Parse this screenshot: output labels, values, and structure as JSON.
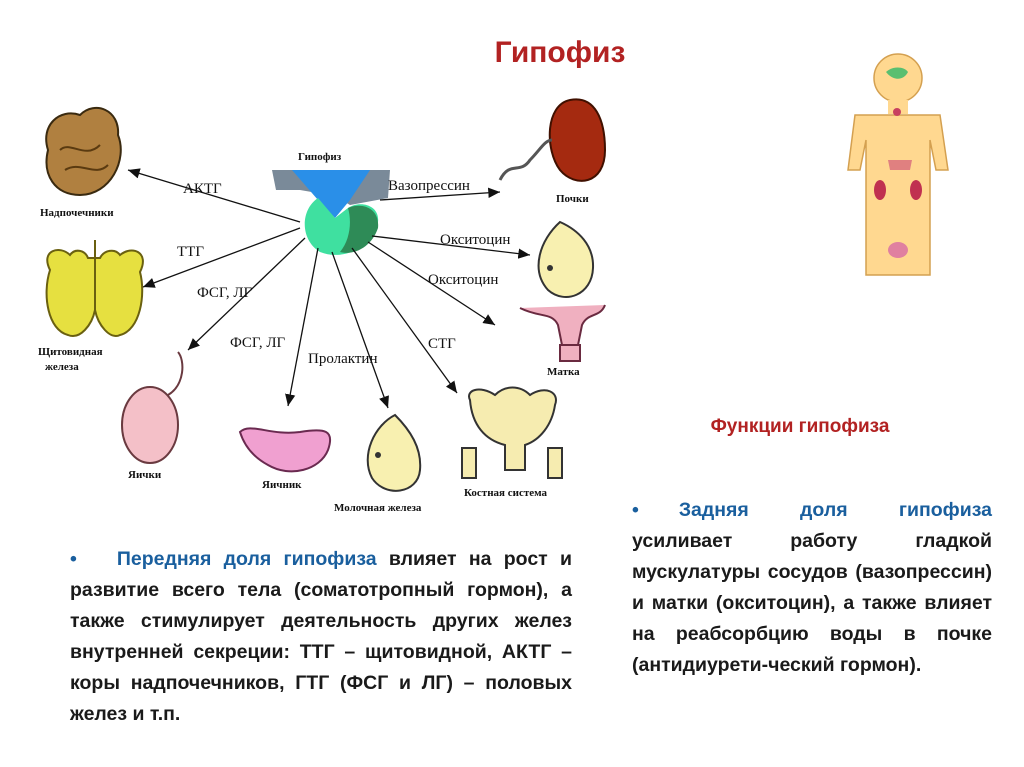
{
  "title": "Гипофиз",
  "subtitle": "Функции гипофиза",
  "diagram": {
    "center_label": "Гипофиз",
    "hormones": {
      "actg": "АКТГ",
      "ttg": "ТТГ",
      "fsg_lg_1": "ФСГ, ЛГ",
      "fsg_lg_2": "ФСГ, ЛГ",
      "prolactin": "Пролактин",
      "stg": "СТГ",
      "oxytocin_1": "Окситоцин",
      "oxytocin_2": "Окситоцин",
      "vasopressin": "Вазопрессин"
    },
    "organs": {
      "adrenals": "Надпочечники",
      "thyroid_1": "Щитовидная",
      "thyroid_2": "железа",
      "testes": "Яички",
      "ovary": "Яичник",
      "mammary": "Молочная железа",
      "bones": "Костная система",
      "uterus": "Матка",
      "kidneys": "Почки"
    }
  },
  "left_paragraph": {
    "bullet": "•",
    "highlight": "Передняя доля гипофиза",
    "text": " влияет на рост и развитие всего тела (соматотропный гормон), а также стимулирует деятельность других желез внутренней секреции: ТТГ – щитовидной, АКТГ – коры надпочечников, ГТГ (ФСГ и ЛГ) – половых желез и т.п."
  },
  "right_paragraph": {
    "bullet": "•",
    "highlight": "Задняя доля гипофиза",
    "text": " усиливает работу гладкой мускулатуры сосудов (вазопрессин) и матки (окситоцин), а также влияет на реабсорбцию воды в почке (антидиурети-ческий гормон)."
  },
  "colors": {
    "title": "#b22222",
    "highlight": "#1a5f9e",
    "anterior_lobe": "#3fe0a0",
    "posterior_lobe": "#2e8b57",
    "hypothalamus": "#1e90ff"
  }
}
